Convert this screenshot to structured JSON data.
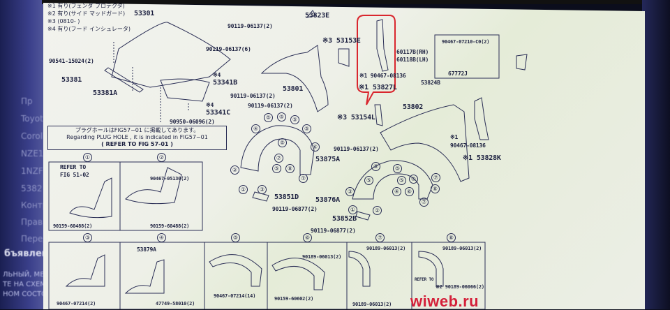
{
  "background_page": {
    "items": [
      "Пр",
      "Toyot",
      "Coroll",
      "NZE1",
      "1NZF",
      "5382",
      "Контр",
      "Прав",
      "Перед"
    ],
    "heading": "бъявлени",
    "lines": [
      "ЛЬНЫЙ, МЕ",
      "ТЕ НА СХЕМ",
      "НОМ СОСТО"
    ]
  },
  "diagram": {
    "notes": [
      "※1 有り(フェンダ プロテクタ)",
      "※2 有り(サイド マッドガード)",
      "※3 (0810-     )",
      "※4 有り(フード インシュレータ)"
    ],
    "plug_note": {
      "line1": "プラグホールはFIG57−01 に掲載してあります。",
      "line2": "Regarding PLUG HOLE , it is indicated in FIG57−01",
      "line3": "(   REFER TO FIG 57-01   )"
    },
    "labels": {
      "hood": "53301",
      "hood_clip": "90541-15024(2)",
      "seal": "53381",
      "seal_clip": "53381A",
      "insulator_mark": "※4",
      "insulator": "53341B",
      "insulator_clip_mark": "※4",
      "insulator_clip": "53341C",
      "plug": "90950-06096(2)",
      "bolt_a": "90119-06137(2)",
      "bracket_e": "53823E",
      "bolt_b": "90119-06137(6)",
      "seal_e": "※3 53153E",
      "bolt_c": "90119-06137(2)",
      "fender_rh": "53801",
      "bolt_d": "90119-06137(2)",
      "clip_highlight": "※1 90467-08136",
      "protector_highlight": "※1 53827L",
      "mudguard_rh": "60117B(RH)",
      "mudguard_lh": "60118B(LH)",
      "mudguard_clip": "90467-07210-C0(2)",
      "mudguard_seal": "67772J",
      "bracket_b": "53824B",
      "fender_lh": "53802",
      "seal_l": "※3 53154L",
      "bolt_e": "90119-06137(2)",
      "clip_right_mark": "※1",
      "clip_right": "90467-08136",
      "protector_right": "※1 53828K",
      "liner_rh": "53875A",
      "liner_lh": "53876A",
      "bracket_d": "53851D",
      "bolt_f": "90119-06877(2)",
      "bracket_b2": "53852B",
      "bolt_g": "90119-06877(2)"
    },
    "detail_panels": [
      {
        "num": "①",
        "labels": [
          "REFER TO",
          "FIG 51-02",
          "90159-60488(2)"
        ]
      },
      {
        "num": "②",
        "labels": [
          "90467-05130(2)",
          "90159-60488(2)"
        ]
      },
      {
        "num": "③",
        "labels": [
          "90467-07214(2)"
        ]
      },
      {
        "num": "④",
        "labels": [
          "53879A",
          "47749-58010(2)"
        ]
      },
      {
        "num": "⑤",
        "labels": [
          "90467-07214(14)"
        ]
      },
      {
        "num": "⑥",
        "labels": [
          "90189-06013(2)",
          "90159-60602(2)"
        ]
      },
      {
        "num": "⑦",
        "labels": [
          "90189-06013(2)",
          "90189-06013(2)"
        ]
      },
      {
        "num": "⑧",
        "labels": [
          "90189-06013(2)",
          "※2 90189-06066(2)",
          "REFER TO"
        ]
      }
    ],
    "callout_numbers": [
      "①",
      "②",
      "③",
      "④",
      "⑤",
      "⑥",
      "⑦",
      "⑧"
    ],
    "highlight_color": "#d9262e"
  },
  "watermark": "wiweb.ru"
}
